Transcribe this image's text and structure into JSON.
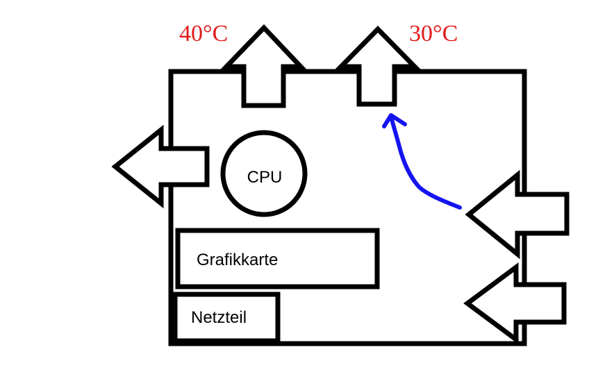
{
  "labels": {
    "cpu": "CPU",
    "gpu": "Grafikkarte",
    "psu": "Netzteil"
  },
  "temperatures": {
    "left_exhaust": "40°C",
    "right_exhaust": "30°C"
  },
  "colors": {
    "temperature_text": "#e01b1b",
    "airflow_arrow": "#1414f0",
    "outline": "#000000"
  }
}
